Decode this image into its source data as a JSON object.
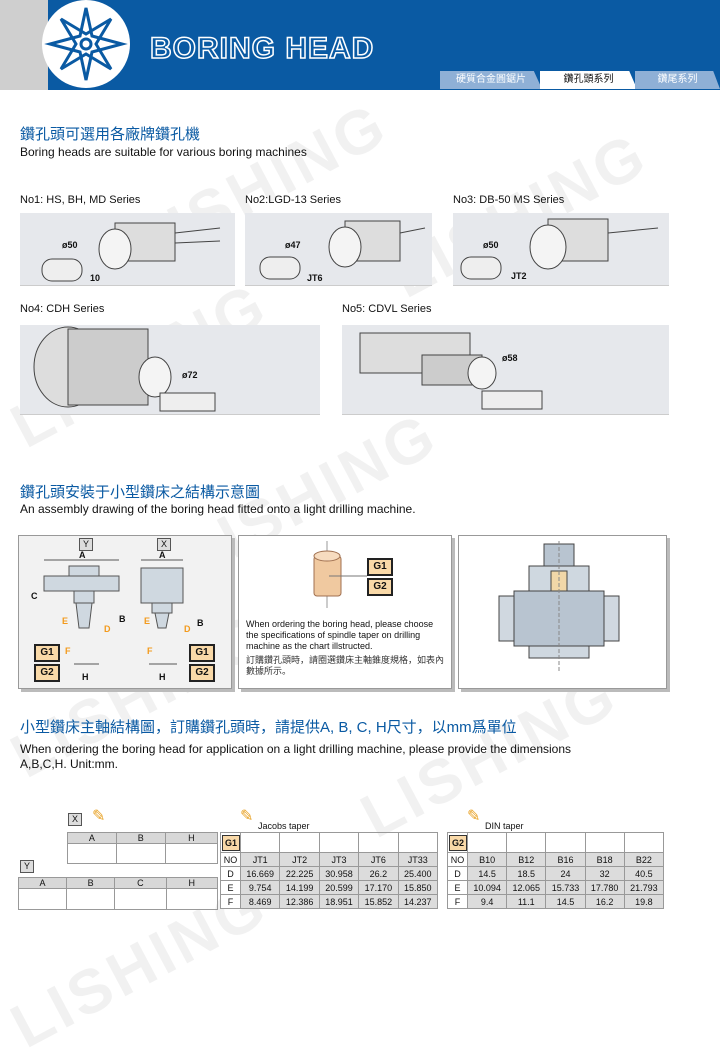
{
  "header": {
    "title": "BORING HEAD",
    "tabs": [
      "硬質合金圓鋸片",
      "鑽孔頭系列",
      "鑽尾系列"
    ],
    "active_tab": 1
  },
  "watermark": "LISHING",
  "section1": {
    "title_zh": "鑽孔頭可選用各廠牌鑽孔機",
    "title_en": "Boring heads are suitable for various boring machines",
    "series": [
      {
        "label": "No1: HS, BH, MD Series",
        "dims": [
          "ø50",
          "10"
        ]
      },
      {
        "label": "No2:LGD-13 Series",
        "dims": [
          "ø47",
          "JT6"
        ]
      },
      {
        "label": "No3: DB-50 MS Series",
        "dims": [
          "ø50",
          "JT2"
        ]
      },
      {
        "label": "No4: CDH Series",
        "dims": [
          "ø72"
        ]
      },
      {
        "label": "No5: CDVL Series",
        "dims": [
          "ø58"
        ]
      }
    ]
  },
  "section2": {
    "title_zh": "鑽孔頭安裝于小型鑽床之結構示意圖",
    "title_en": "An assembly drawing of the boring head fitted onto a light drilling machine.",
    "diagram": {
      "y": "Y",
      "x": "X",
      "A": "A",
      "B": "B",
      "C": "C",
      "D": "D",
      "E": "E",
      "F": "F",
      "H": "H",
      "g1": "G1",
      "g2": "G2"
    },
    "note_en": "When ordering the boring head, please choose the specifications of spindle taper on drilling machine as the chart illstructed.",
    "note_zh": "訂購鑽孔頭時，請圈選鑽床主軸錐度規格，如表內數據所示。"
  },
  "section3": {
    "title_zh": "小型鑽床主軸結構圖，訂購鑽孔頭時，請提供A, B, C, H尺寸，以mm爲單位",
    "title_en1": "When ordering the boring head for application on a light drilling machine, please provide the dimensions",
    "title_en2": "A,B,C,H. Unit:mm."
  },
  "tables": {
    "x": {
      "tag": "X",
      "headers": [
        "A",
        "B",
        "H"
      ]
    },
    "y": {
      "tag": "Y",
      "headers": [
        "A",
        "B",
        "C",
        "H"
      ]
    },
    "g1": {
      "tag": "G1",
      "caption": "Jacobs taper",
      "headers": [
        "NO",
        "JT1",
        "JT2",
        "JT3",
        "JT6",
        "JT33"
      ],
      "rows": [
        [
          "D",
          "16.669",
          "22.225",
          "30.958",
          "26.2",
          "25.400"
        ],
        [
          "E",
          "9.754",
          "14.199",
          "20.599",
          "17.170",
          "15.850"
        ],
        [
          "F",
          "8.469",
          "12.386",
          "18.951",
          "15.852",
          "14.237"
        ]
      ]
    },
    "g2": {
      "tag": "G2",
      "caption": "DIN taper",
      "headers": [
        "NO",
        "B10",
        "B12",
        "B16",
        "B18",
        "B22"
      ],
      "rows": [
        [
          "D",
          "14.5",
          "18.5",
          "24",
          "32",
          "40.5"
        ],
        [
          "E",
          "10.094",
          "12.065",
          "15.733",
          "17.780",
          "21.793"
        ],
        [
          "F",
          "9.4",
          "11.1",
          "14.5",
          "16.2",
          "19.8"
        ]
      ]
    }
  }
}
